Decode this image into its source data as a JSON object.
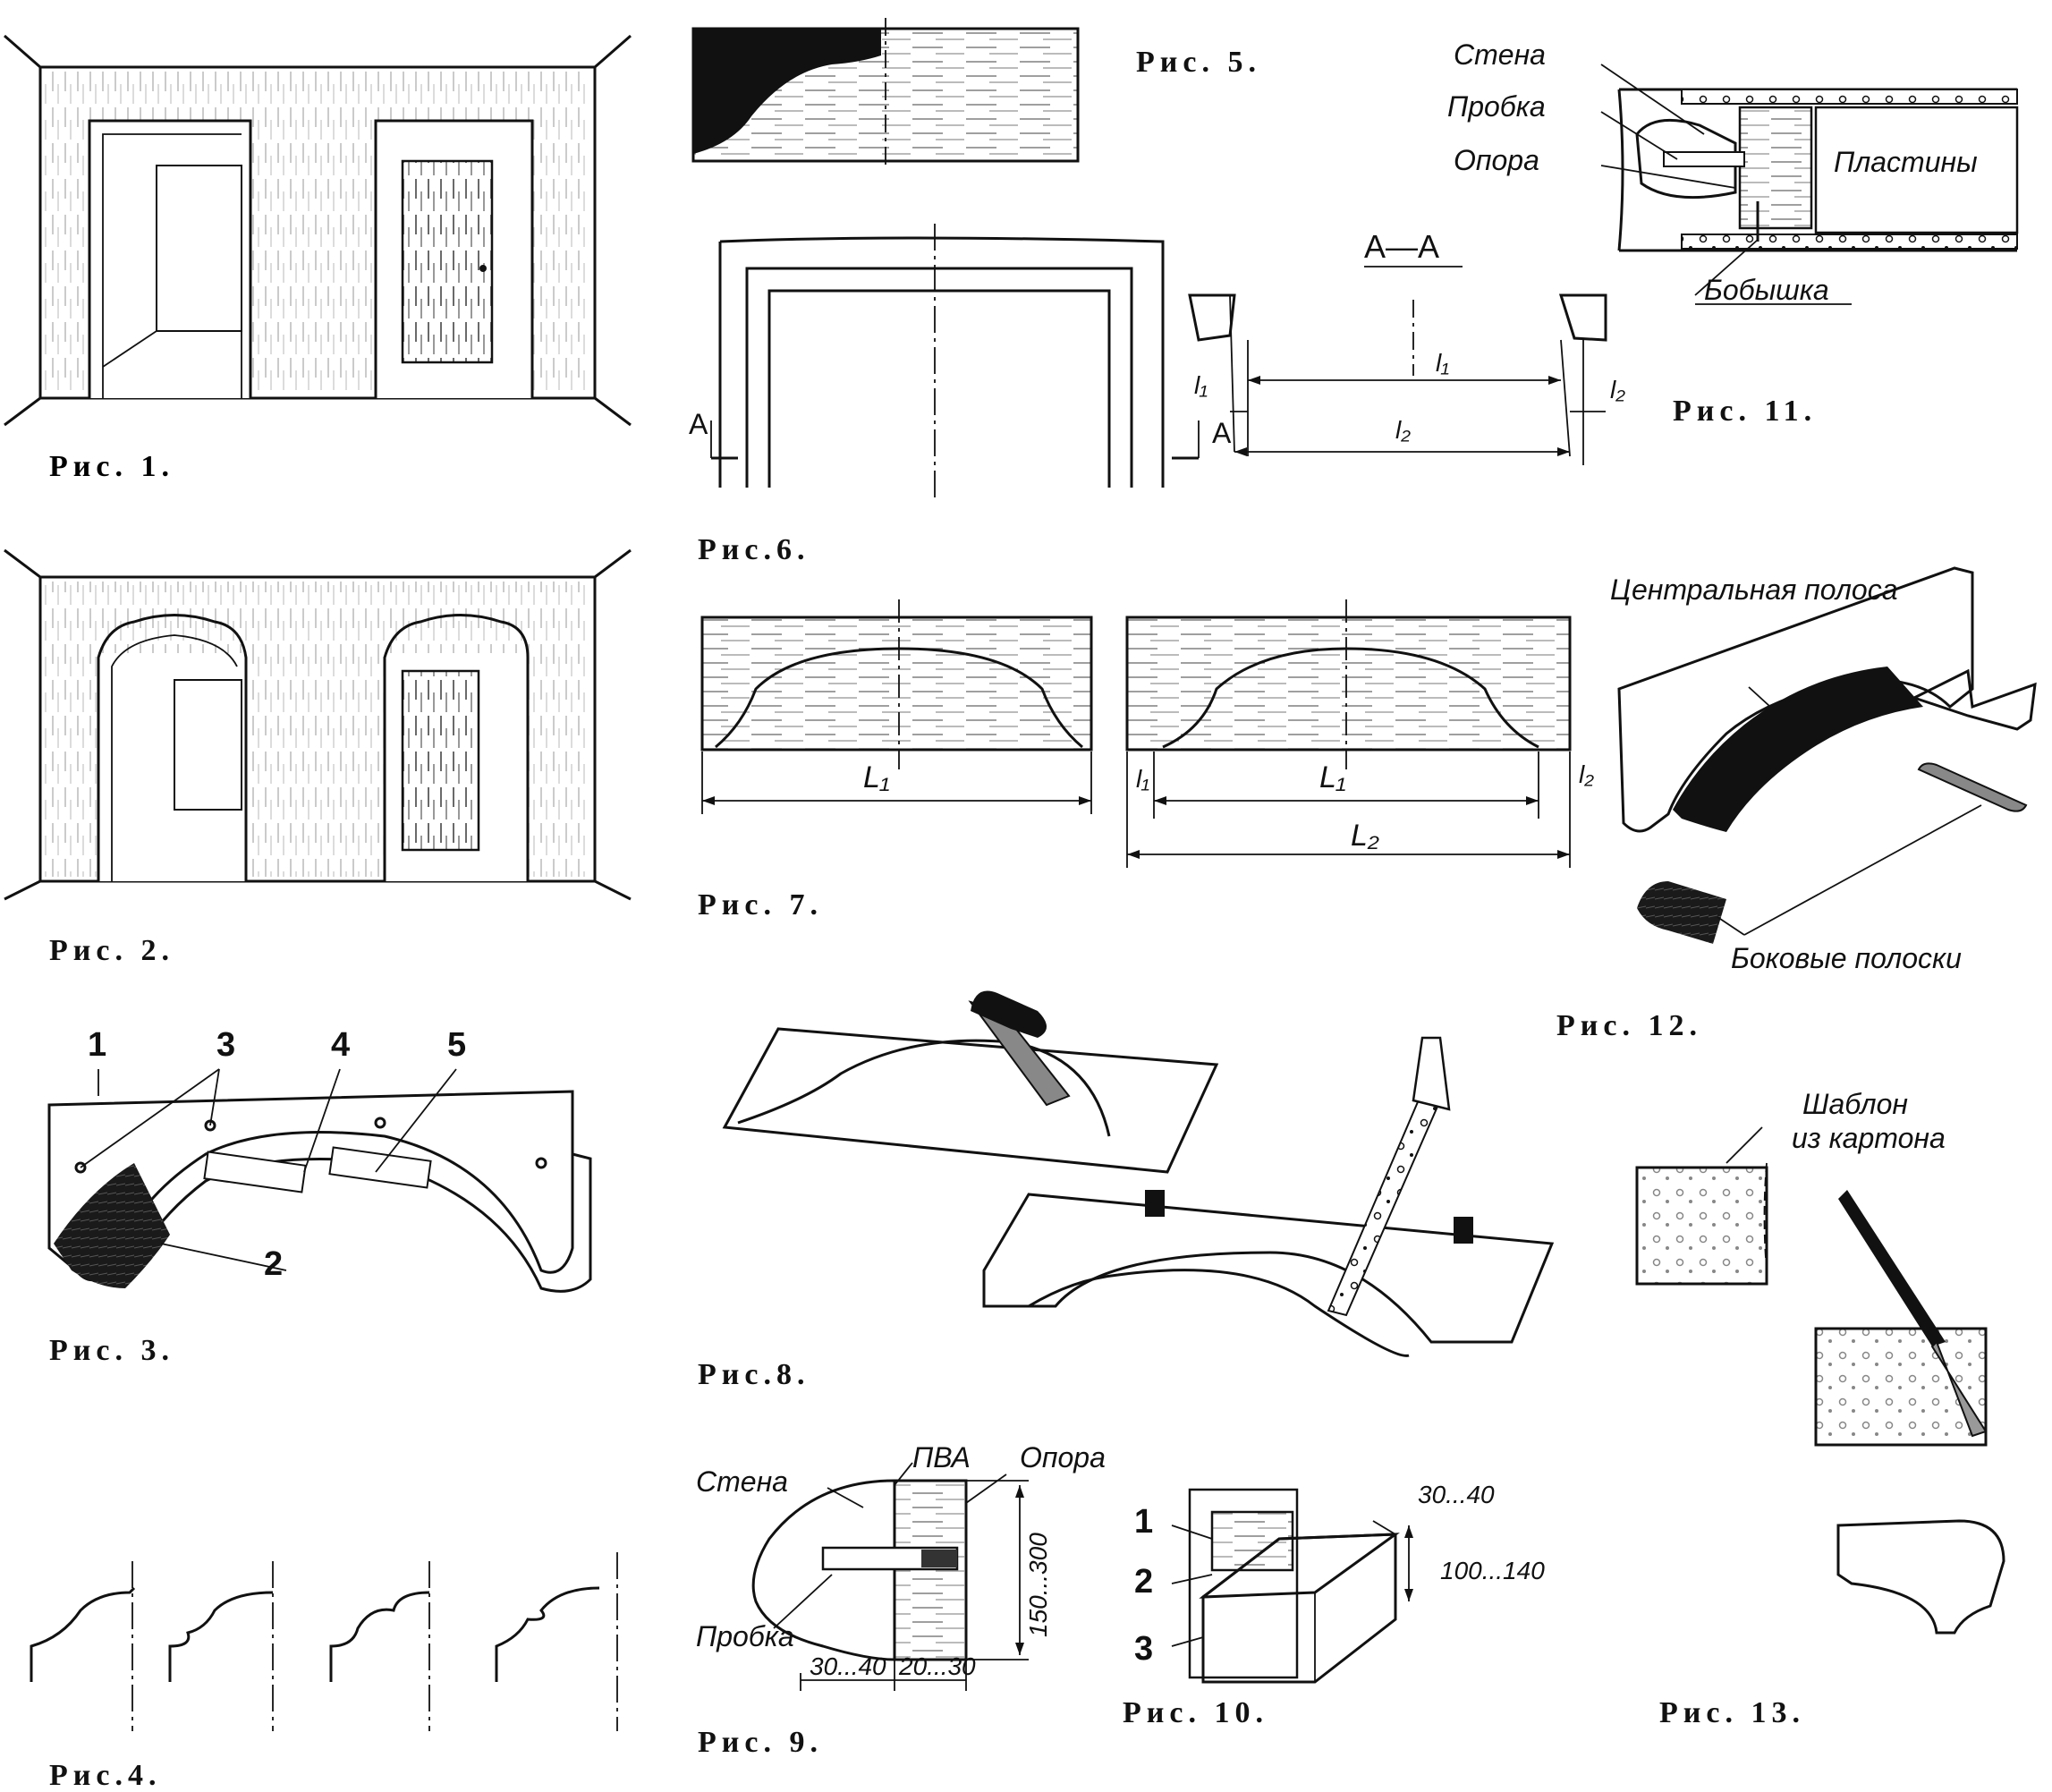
{
  "captions": {
    "fig1": "Рис. 1.",
    "fig2": "Рис. 2.",
    "fig3": "Рис. 3.",
    "fig4": "Рис.4.",
    "fig5": "Рис. 5.",
    "fig6": "Рис.6.",
    "fig7": "Рис. 7.",
    "fig8": "Рис.8.",
    "fig9": "Рис. 9.",
    "fig10": "Рис. 10.",
    "fig11": "Рис. 11.",
    "fig12": "Рис. 12.",
    "fig13": "Рис. 13."
  },
  "fig3": {
    "n1": "1",
    "n2": "2",
    "n3": "3",
    "n4": "4",
    "n5": "5"
  },
  "fig6": {
    "section": "А—А",
    "a_left": "А",
    "a_right": "А",
    "l1": "l₁",
    "l1_small": "l₁",
    "l2": "l₂",
    "l2_small": "l₂"
  },
  "fig7": {
    "l1_left": "L₁",
    "l1_right": "L₁",
    "l_small1": "l₁",
    "l_small2": "l₂",
    "l2": "L₂"
  },
  "fig9": {
    "wall": "Стена",
    "pva": "ПВА",
    "support": "Опора",
    "plug": "Пробка",
    "dim_height": "150...300",
    "dim_a": "30...40",
    "dim_b": "20...30"
  },
  "fig10": {
    "n1": "1",
    "n2": "2",
    "n3": "3",
    "dim_top": "30...40",
    "dim_side": "100...140"
  },
  "fig11": {
    "wall": "Стена",
    "plug": "Пробка",
    "support": "Опора",
    "plates": "Пластины",
    "boss": "Бобышка"
  },
  "fig12": {
    "central": "Центральная полоса",
    "side": "Боковые полоски"
  },
  "fig13": {
    "template": "Шаблон\nиз картона"
  },
  "colors": {
    "ink": "#111111",
    "paper": "#ffffff"
  }
}
